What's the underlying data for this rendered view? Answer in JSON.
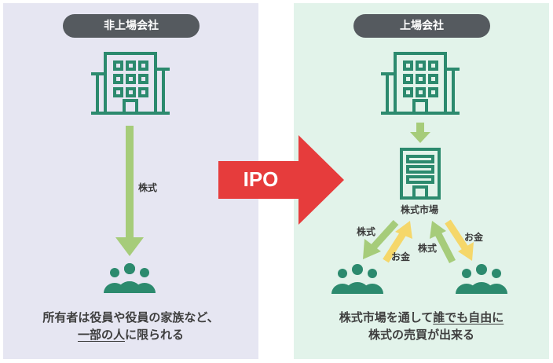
{
  "left_panel": {
    "badge": "非上場会社",
    "arrow_label": "株式",
    "caption": {
      "line1": "所有者は役員や役員の家族など、",
      "line2_underlined": "一部の人",
      "line2_rest": "に限られる"
    }
  },
  "ipo_arrow": {
    "label": "IPO",
    "color": "#e63c3c"
  },
  "right_panel": {
    "badge": "上場会社",
    "market_label": "株式市場",
    "left_flow": {
      "stock_label": "株式",
      "money_label": "お金"
    },
    "right_flow": {
      "stock_label": "株式",
      "money_label": "お金"
    },
    "caption": {
      "line1_prefix": "株式市場を通して",
      "line1_underlined": "誰でも自由に",
      "line2": "株式の売買が出来る"
    }
  },
  "colors": {
    "icon_green": "#2c8a6e",
    "stock_arrow": "#a6cc7a",
    "money_arrow": "#f5d76a",
    "badge_bg": "#555a5f"
  }
}
